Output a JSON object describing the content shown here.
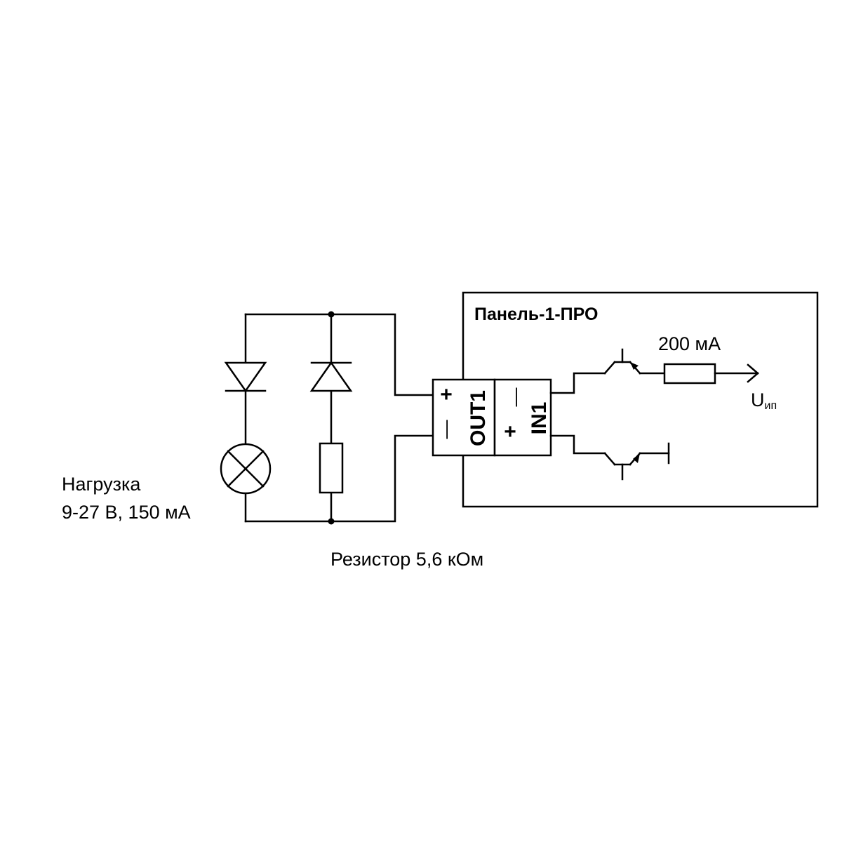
{
  "panel": {
    "title": "Панель-1-ПРО"
  },
  "terminals": {
    "out1": {
      "label": "OUT1",
      "plus": "+",
      "minus": "—"
    },
    "in1": {
      "label": "IN1",
      "plus": "+",
      "minus": "—"
    }
  },
  "fuse": {
    "rating": "200 мА"
  },
  "supply": {
    "symbol": "U",
    "subscript": "ип"
  },
  "load": {
    "name": "Нагрузка",
    "spec": "9-27 В, 150 мА"
  },
  "resistor": {
    "label": "Резистор 5,6 кОм"
  }
}
